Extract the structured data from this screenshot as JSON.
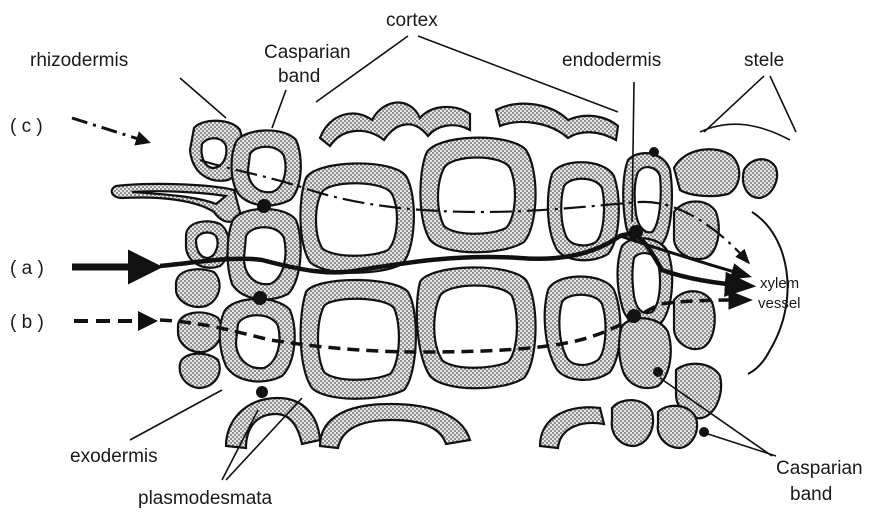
{
  "labels": {
    "cortex": "cortex",
    "rhizodermis": "rhizodermis",
    "casparian_top_line1": "Casparian",
    "casparian_top_line2": "band",
    "endodermis": "endodermis",
    "stele": "stele",
    "path_c": "( c )",
    "path_a": "( a )",
    "path_b": "( b )",
    "xylem": "xylem",
    "vessel": "vessel",
    "exodermis": "exodermis",
    "plasmodesmata": "plasmodesmata",
    "casparian_bottom_line1": "Casparian",
    "casparian_bottom_line2": "band"
  },
  "colors": {
    "ink": "#111111",
    "wall_fill": "#9a9a9a",
    "background": "#ffffff"
  }
}
